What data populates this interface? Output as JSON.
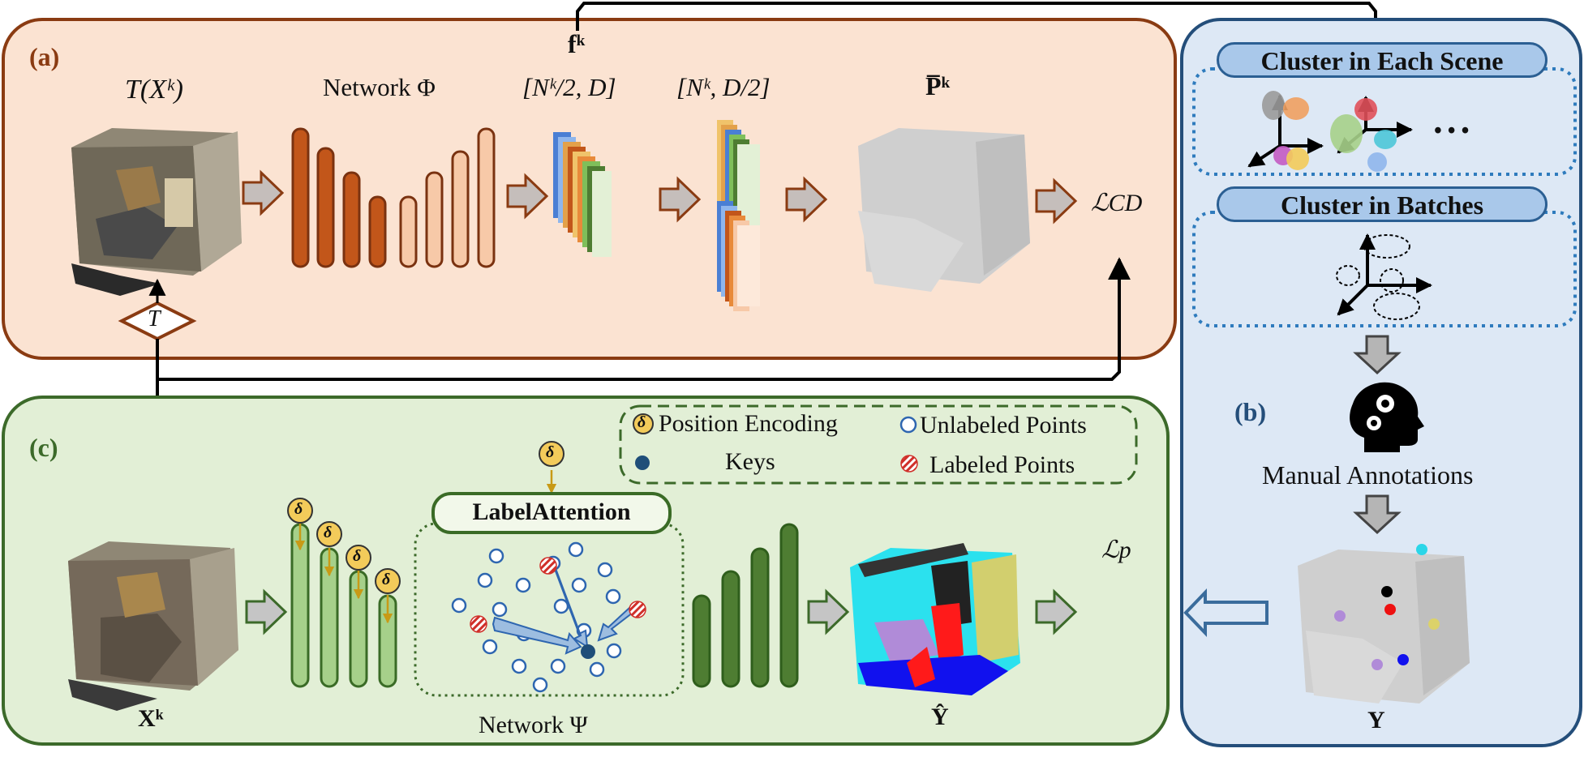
{
  "panels": {
    "a": {
      "label": "(a)",
      "bg": "#fbe3d2",
      "border": "#8a3b12"
    },
    "b": {
      "label": "(b)",
      "bg": "#dde8f5",
      "border": "#244e7a"
    },
    "c": {
      "label": "(c)",
      "bg": "#e2efd6",
      "border": "#3c6a2a"
    }
  },
  "panel_a": {
    "input_label": "T(Xᵏ)",
    "network_label": "Network Φ",
    "feature_top": "fᵏ",
    "feature_label_1": "[Nᵏ/2, D]",
    "feature_label_2": "[Nᵏ, D/2]",
    "output_label": "P̅ᵏ",
    "loss_label": "ℒCD",
    "transform_label": "T"
  },
  "panel_b": {
    "cluster_scene": "Cluster in Each Scene",
    "cluster_batches": "Cluster in Batches",
    "ellipsis": "• • •",
    "manual": "Manual Annotations",
    "y_label": "Y"
  },
  "panel_c": {
    "legend_pe": "Position Encoding",
    "legend_unlabeled": "Unlabeled Points",
    "legend_keys": "Keys",
    "legend_labeled": "Labeled Points",
    "delta": "δ",
    "label_attention": "LabelAttention",
    "network_label": "Network Ψ",
    "input_label": "Xᵏ",
    "output_label": "Ŷ",
    "loss_label": "ℒp"
  },
  "colors": {
    "orange_dark": "#c2561a",
    "orange_light": "#f7c9a8",
    "green_light": "#a6d08a",
    "green_dark": "#4e7d32",
    "delta_fill": "#f3cb5a",
    "key_fill": "#1f4e79",
    "labeled_fill": "#d0302a"
  }
}
